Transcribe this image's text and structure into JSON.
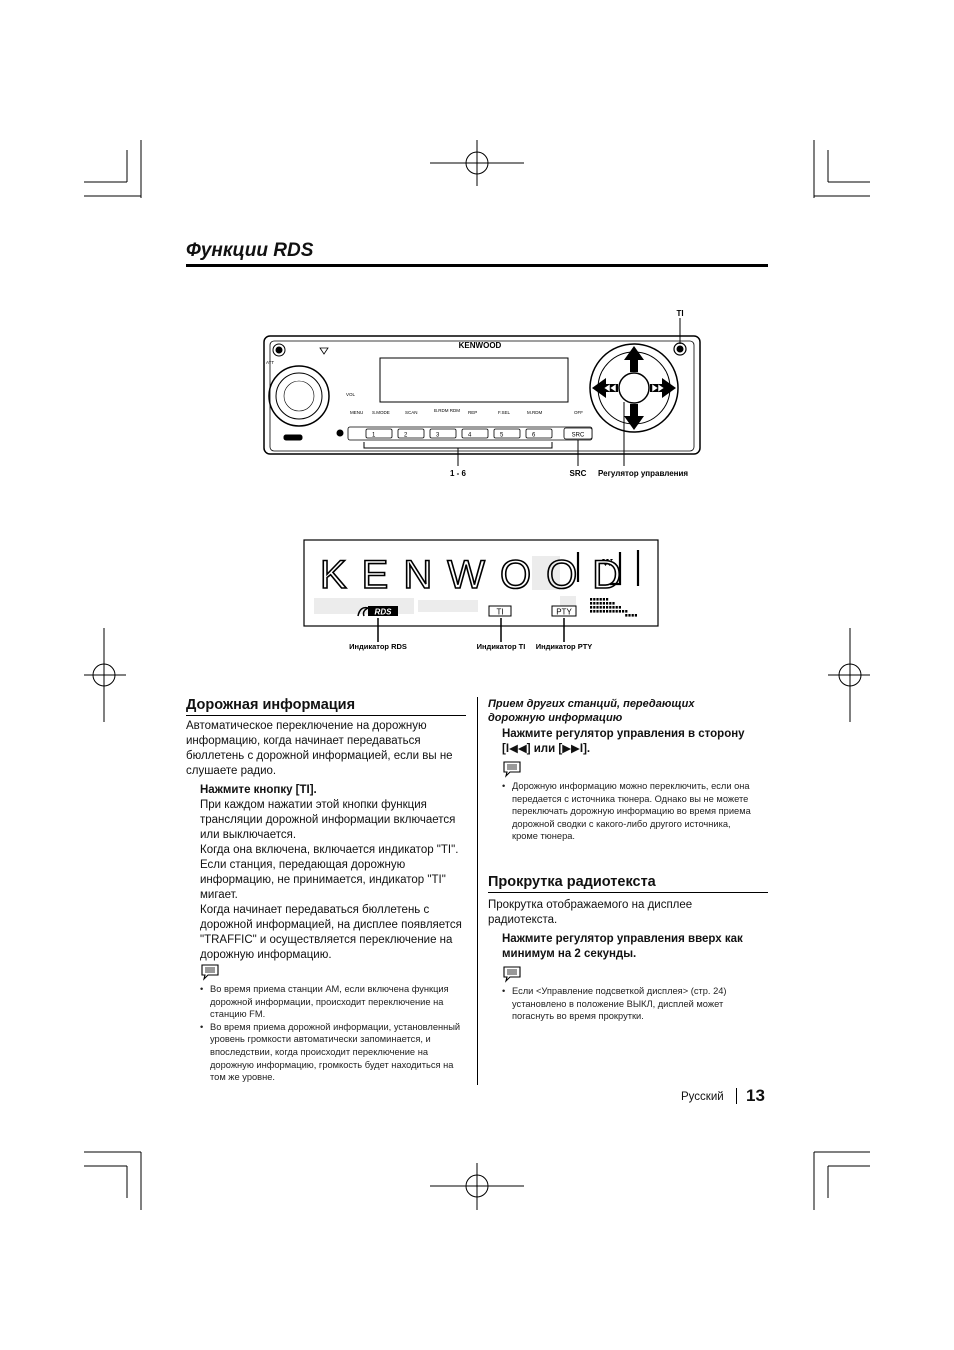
{
  "page": {
    "title": "Функции RDS",
    "language": "Русский",
    "page_number": "13"
  },
  "unit_figure": {
    "brand": "KENWOOD",
    "labels": {
      "ti": "TI",
      "presets": "1 - 6",
      "src": "SRC",
      "control_knob": "Регулятор управления"
    },
    "preset_buttons": [
      "1",
      "2",
      "3",
      "4",
      "5",
      "6"
    ],
    "panel_text": {
      "att": "ATT",
      "vol": "VOL",
      "menu": "MENU",
      "smode": "S.MODE",
      "scan": "SCAN",
      "brm": "B.RDM\nRDM",
      "rep": "REP",
      "fsel": "F.SEL",
      "mrdm": "M.RDM",
      "off": "OFF",
      "src_btn": "SRC"
    }
  },
  "display_figure": {
    "display_text": "KENWOOD",
    "badges": {
      "rds": "RDS",
      "ti": "TI",
      "pty": "PTY"
    },
    "labels": {
      "rds_indicator": "Индикатор RDS",
      "ti_indicator": "Индикатор TI",
      "pty_indicator": "Индикатор PTY"
    }
  },
  "traffic": {
    "heading": "Дорожная информация",
    "intro": "Автоматическое переключение на дорожную информацию, когда начинает передаваться бюллетень с дорожной информацией, если вы не слушаете радио.",
    "step": "Нажмите кнопку [TI].",
    "paragraphs": [
      "При каждом нажатии этой кнопки функция трансляции дорожной информации включается или выключается.",
      "Когда она включена, включается индикатор \"TI\".",
      "Если станция, передающая дорожную информацию, не принимается, индикатор \"TI\" мигает.",
      "Когда начинает передаваться бюллетень с дорожной информацией, на дисплее появляется \"TRAFFIC\" и осуществляется переключение на дорожную информацию."
    ],
    "notes": [
      "Во время приема станции AM, если включена функция дорожной информации, происходит переключение на станцию FM.",
      "Во время приема дорожной информации, установленный уровень громкости автоматически запоминается, и впоследствии, когда происходит переключение на дорожную информацию, громкость будет находиться на том же уровне."
    ]
  },
  "other_stations": {
    "heading": "Прием других станций, передающих дорожную информацию",
    "step": "Нажмите регулятор управления в сторону [I◀◀] или [▶▶I].",
    "notes": [
      "Дорожную информацию можно переключить, если она передается с источника тюнера. Однако вы не можете переключать дорожную информацию во время приема дорожной сводки с какого-либо другого источника, кроме тюнера."
    ]
  },
  "scroll": {
    "heading": "Прокрутка радиотекста",
    "intro": "Прокрутка отображаемого на дисплее радиотекста.",
    "step": "Нажмите регулятор управления вверх как минимум на 2 секунды.",
    "notes": [
      "Если <Управление подсветкой дисплея> (стр. 24) установлено в положение ВЫКЛ, дисплей может погаснуть во время прокрутки."
    ]
  }
}
